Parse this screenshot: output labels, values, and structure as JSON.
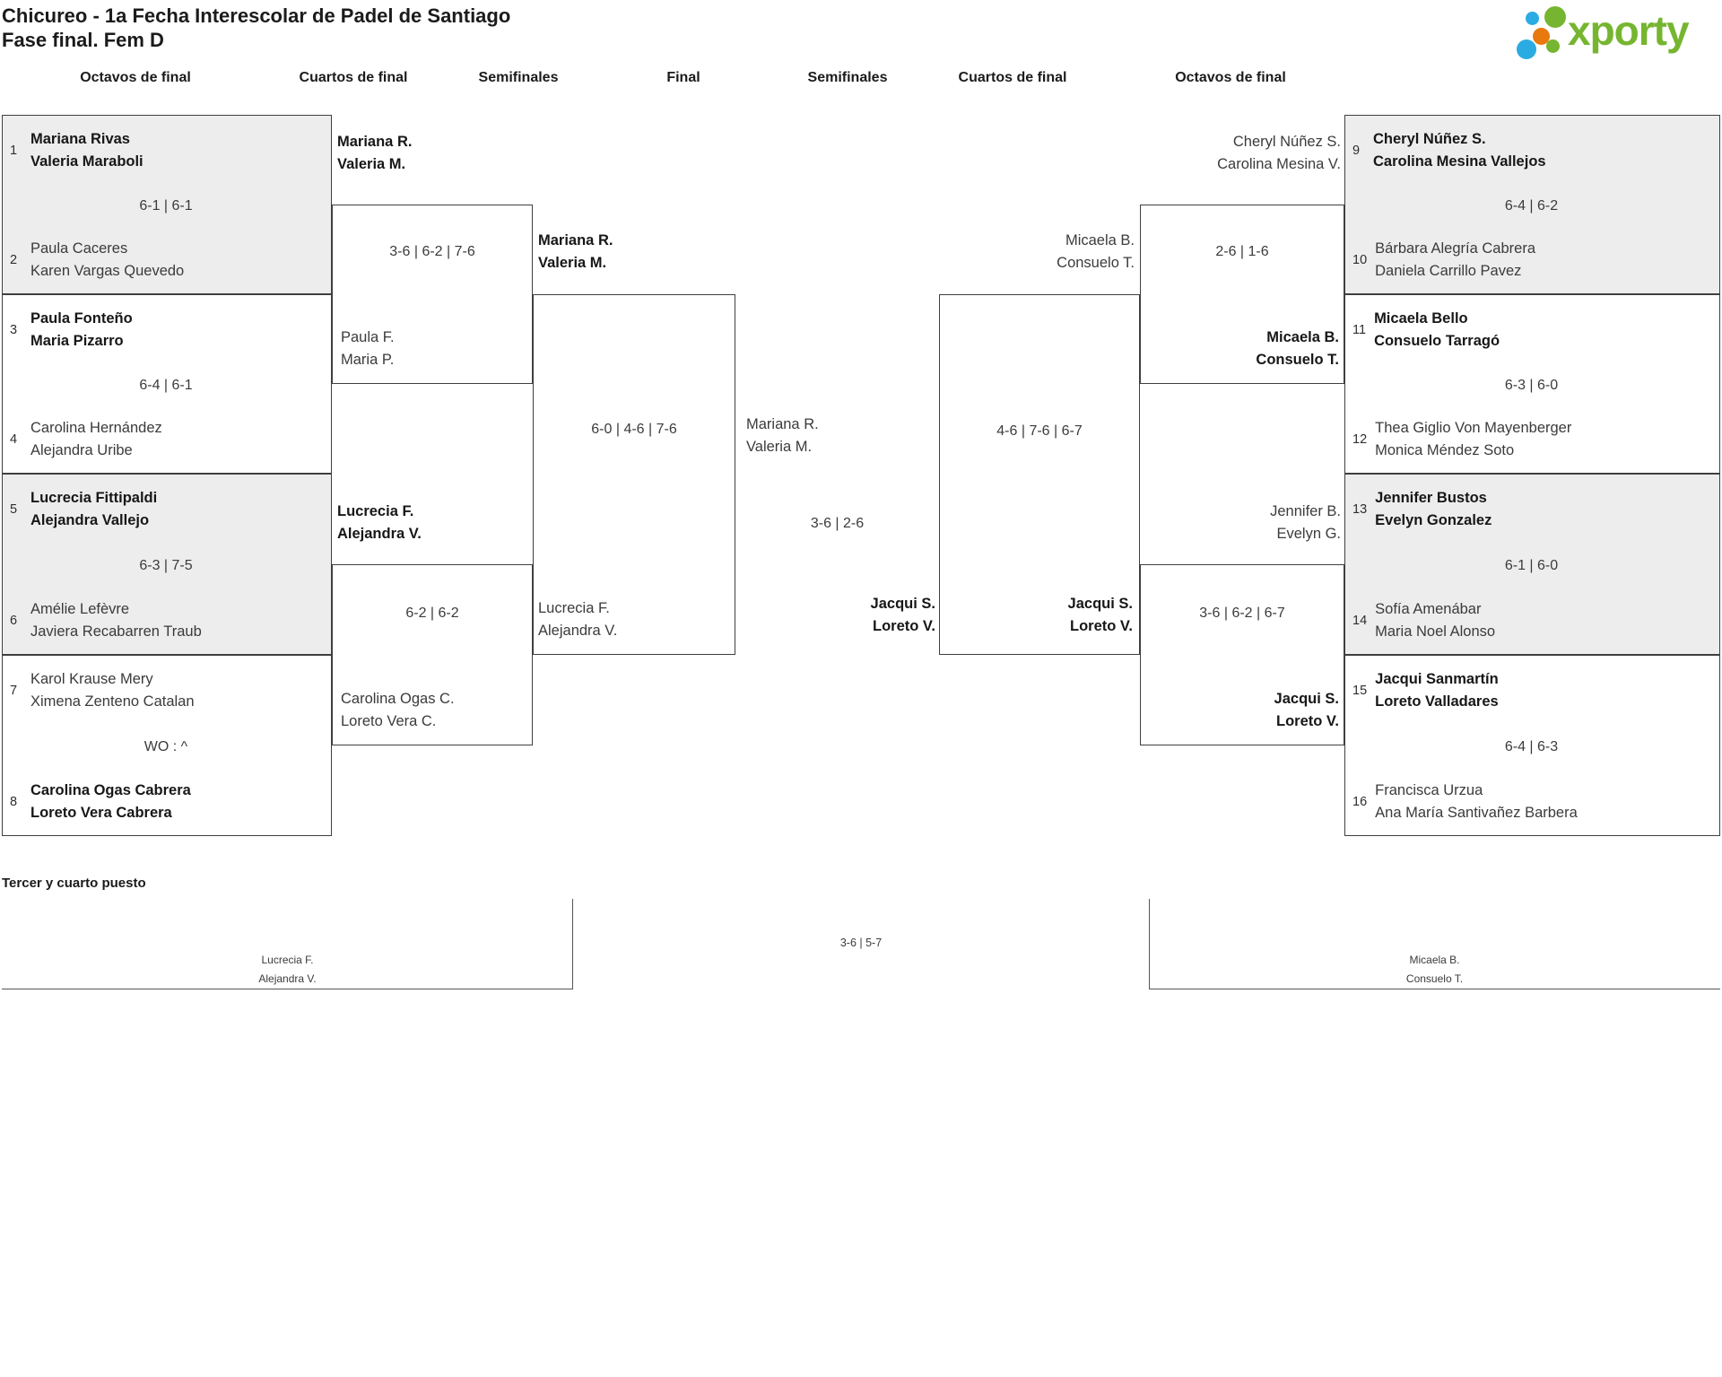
{
  "header": {
    "title_line1": "Chicureo - 1a Fecha Interescolar de Padel de Santiago",
    "title_line2": "Fase final. Fem D",
    "logo_text": "xporty"
  },
  "colors": {
    "logo_green": "#76b530",
    "logo_blue": "#2aabe2",
    "logo_orange": "#e8790f",
    "box_gray": "#ededed",
    "border": "#3f3f3f"
  },
  "round_headers": [
    "Octavos de final",
    "Cuartos de final",
    "Semifinales",
    "Final",
    "Semifinales",
    "Cuartos de final",
    "Octavos de final"
  ],
  "bracket": {
    "left_octavos": [
      {
        "seed_top": "1",
        "team_top": [
          "Mariana Rivas",
          "Valeria Maraboli"
        ],
        "winner": "top",
        "score": "6-1 | 6-1",
        "seed_bottom": "2",
        "team_bottom": [
          "Paula Caceres",
          "Karen Vargas Quevedo"
        ]
      },
      {
        "seed_top": "3",
        "team_top": [
          "Paula Fonteño",
          "Maria Pizarro"
        ],
        "winner": "top",
        "score": "6-4 | 6-1",
        "seed_bottom": "4",
        "team_bottom": [
          "Carolina Hernández",
          "Alejandra Uribe"
        ]
      },
      {
        "seed_top": "5",
        "team_top": [
          "Lucrecia Fittipaldi",
          "Alejandra Vallejo"
        ],
        "winner": "top",
        "score": "6-3 | 7-5",
        "seed_bottom": "6",
        "team_bottom": [
          "Amélie Lefèvre",
          "Javiera Recabarren Traub"
        ]
      },
      {
        "seed_top": "7",
        "team_top": [
          "Karol Krause Mery",
          "Ximena Zenteno Catalan"
        ],
        "winner": "bottom",
        "score": "WO : ^",
        "seed_bottom": "8",
        "team_bottom": [
          "Carolina Ogas Cabrera",
          "Loreto Vera Cabrera"
        ]
      }
    ],
    "right_octavos": [
      {
        "seed_top": "9",
        "team_top": [
          "Cheryl Núñez S.",
          "Carolina Mesina Vallejos"
        ],
        "winner": "top",
        "score": "6-4 | 6-2",
        "seed_bottom": "10",
        "team_bottom": [
          "Bárbara Alegría Cabrera",
          "Daniela Carrillo Pavez"
        ]
      },
      {
        "seed_top": "11",
        "team_top": [
          "Micaela Bello",
          "Consuelo Tarragó"
        ],
        "winner": "top",
        "score": "6-3 | 6-0",
        "seed_bottom": "12",
        "team_bottom": [
          "Thea Giglio Von Mayenberger",
          "Monica Méndez Soto"
        ]
      },
      {
        "seed_top": "13",
        "team_top": [
          "Jennifer Bustos",
          "Evelyn Gonzalez"
        ],
        "winner": "top",
        "score": "6-1 | 6-0",
        "seed_bottom": "14",
        "team_bottom": [
          "Sofía Amenábar",
          "Maria Noel Alonso"
        ]
      },
      {
        "seed_top": "15",
        "team_top": [
          "Jacqui Sanmartín",
          "Loreto Valladares"
        ],
        "winner": "top",
        "score": "6-4 | 6-3",
        "seed_bottom": "16",
        "team_bottom": [
          "Francisca Urzua",
          "Ana María Santivañez Barbera"
        ]
      }
    ],
    "left_quarters": [
      {
        "team_top": [
          "Mariana R.",
          "Valeria M."
        ],
        "winner": "top",
        "score": "3-6 | 6-2 | 7-6",
        "team_bottom": [
          "Paula F.",
          "Maria P."
        ]
      },
      {
        "team_top": [
          "Lucrecia F.",
          "Alejandra V."
        ],
        "winner": "top",
        "score": "6-2 | 6-2",
        "team_bottom": [
          "Carolina Ogas C.",
          "Loreto Vera C."
        ]
      }
    ],
    "right_quarters": [
      {
        "team_top": [
          "Cheryl Núñez S.",
          "Carolina Mesina V."
        ],
        "winner": "bottom",
        "score": "2-6 | 1-6",
        "team_bottom": [
          "Micaela B.",
          "Consuelo T."
        ]
      },
      {
        "team_top": [
          "Jennifer B.",
          "Evelyn G."
        ],
        "winner": "bottom",
        "score": "3-6 | 6-2 | 6-7",
        "team_bottom": [
          "Jacqui S.",
          "Loreto V."
        ]
      }
    ],
    "left_semifinal": {
      "team_top": [
        "Mariana R.",
        "Valeria M."
      ],
      "winner": "top",
      "score": "6-0 | 4-6 | 7-6",
      "team_bottom": [
        "Lucrecia F.",
        "Alejandra V."
      ]
    },
    "right_semifinal": {
      "team_top": [
        "Micaela B.",
        "Consuelo T."
      ],
      "winner": "bottom",
      "score": "4-6 | 7-6 | 6-7",
      "team_bottom": [
        "Jacqui S.",
        "Loreto V."
      ]
    },
    "final": {
      "team_left": [
        "Mariana R.",
        "Valeria M."
      ],
      "winner": "right",
      "score": "3-6 | 2-6",
      "team_right": [
        "Jacqui S.",
        "Loreto V."
      ]
    }
  },
  "third_place": {
    "heading": "Tercer y cuarto puesto",
    "team_left": [
      "Lucrecia F.",
      "Alejandra V."
    ],
    "score": "3-6 | 5-7",
    "team_right": [
      "Micaela B.",
      "Consuelo T."
    ]
  }
}
